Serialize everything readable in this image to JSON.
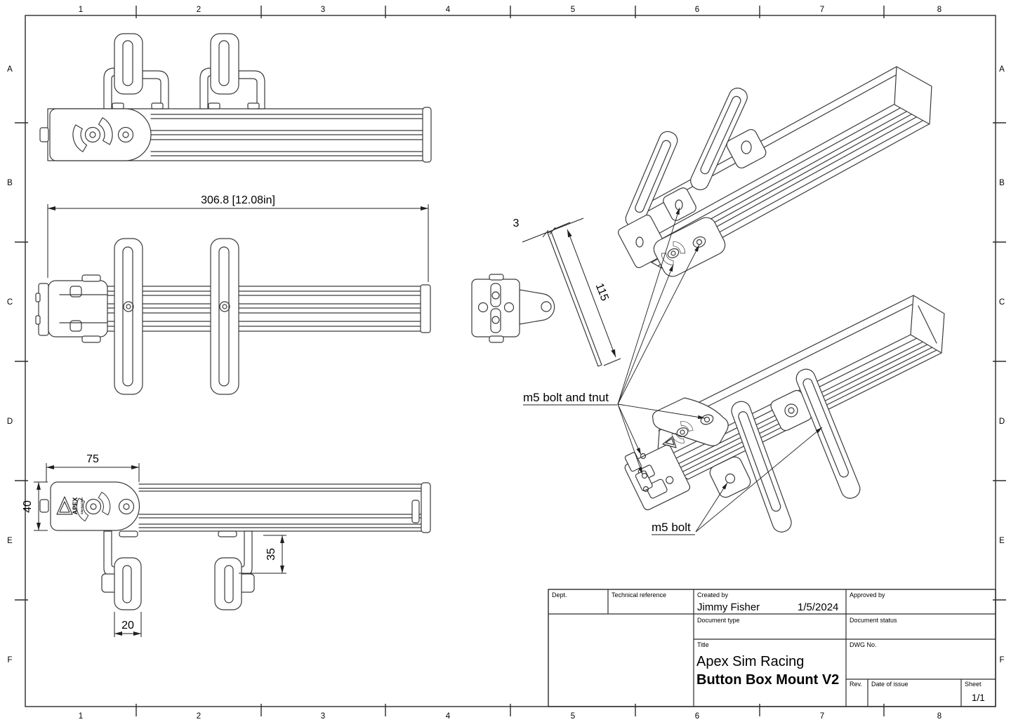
{
  "sheet": {
    "grid": {
      "cols": [
        "1",
        "2",
        "3",
        "4",
        "5",
        "6",
        "7",
        "8"
      ],
      "rows": [
        "A",
        "B",
        "C",
        "D",
        "E",
        "F"
      ]
    },
    "dimensions": {
      "overall_length": "306.8 [12.08in]",
      "bracket_width": "75",
      "bracket_height": "40",
      "hook_offset": "35",
      "hook_slot_width": "20",
      "plate_thickness": "3",
      "plate_length": "115"
    },
    "annotations": {
      "bolt_and_tnut": "m5 bolt and tnut",
      "bolt": "m5 bolt"
    },
    "logo": {
      "brand": "APEX",
      "sub": "SIM RACING"
    },
    "title_block": {
      "dept_label": "Dept.",
      "technical_reference_label": "Technical reference",
      "created_by_label": "Created by",
      "created_by": "Jimmy Fisher",
      "created_date": "1/5/2024",
      "approved_by_label": "Approved by",
      "document_type_label": "Document type",
      "document_status_label": "Document status",
      "title_label": "Title",
      "title_line1": "Apex Sim Racing",
      "title_line2": "Button Box Mount V2",
      "dwg_no_label": "DWG No.",
      "rev_label": "Rev.",
      "date_of_issue_label": "Date of issue",
      "sheet_label": "Sheet",
      "sheet_value": "1/1"
    },
    "colors": {
      "line": "#3a3a3a",
      "background": "#ffffff",
      "text": "#000000"
    }
  }
}
